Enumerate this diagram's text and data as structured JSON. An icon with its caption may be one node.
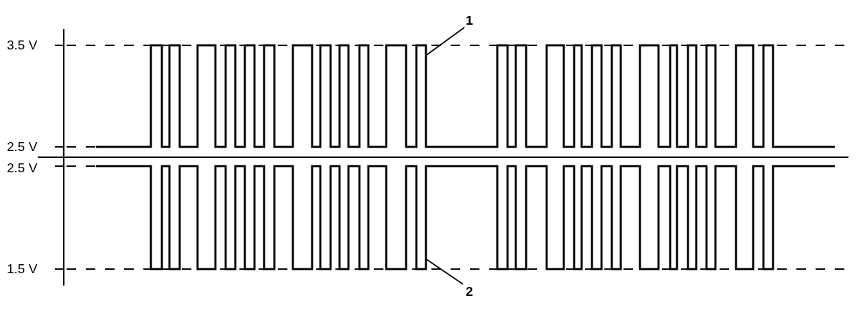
{
  "diagram": {
    "nodes": [
      {
        "text": [
          "1"
        ]
      },
      {
        "text": [],
        "shape": "waveform"
      },
      {
        "text": [
          "2"
        ]
      },
      {
        "text": [],
        "shape": "waveform"
      }
    ],
    "edges": [
      {
        "from": 0,
        "to": 1,
        "arrow": "none"
      },
      {
        "from": 2,
        "to": 3,
        "arrow": "none"
      }
    ],
    "labels": [
      "3.5 V",
      "2.5 V",
      "2.5 V",
      "1.5 V"
    ]
  }
}
